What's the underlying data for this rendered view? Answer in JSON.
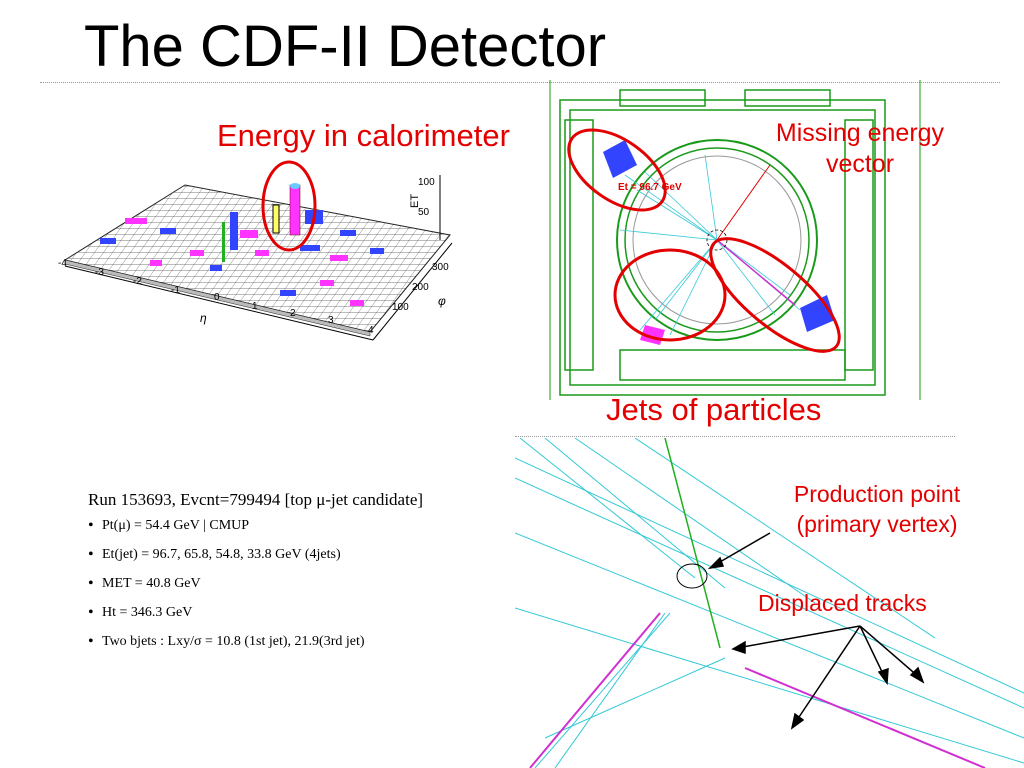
{
  "slide": {
    "title": "The CDF-II Detector"
  },
  "labels": {
    "calorimeter": "Energy in calorimeter",
    "missing_line1": "Missing energy",
    "missing_line2": "vector",
    "jets": "Jets of particles",
    "production_line1": "Production point",
    "production_line2": "(primary vertex)",
    "displaced": "Displaced tracks"
  },
  "lego_plot": {
    "eta_label": "η",
    "phi_label": "φ",
    "et_label": "ET",
    "eta_ticks": [
      "-4",
      "-3",
      "-2",
      "-1",
      "0",
      "1",
      "2",
      "3",
      "4"
    ],
    "phi_ticks": [
      "100",
      "200",
      "300"
    ],
    "et_ticks": [
      "50",
      "100"
    ]
  },
  "event_display": {
    "jet_energy_text": "Et = 96.7 GeV"
  },
  "event_info": {
    "run_line": "Run 153693, Evcnt=799494 [top μ-jet candidate]",
    "items": [
      "Pt(μ) = 54.4 GeV | CMUP",
      "Et(jet) = 96.7, 65.8, 54.8, 33.8 GeV (4jets)",
      "MET = 40.8 GeV",
      "Ht = 346.3 GeV",
      "Two bjets : Lxy/σ = 10.8 (1st jet), 21.9(3rd jet)"
    ]
  },
  "colors": {
    "title": "#000000",
    "annotation": "#e30000",
    "track": "#33c9d6",
    "muon": "#20b020",
    "tower": "#ff33ff",
    "em": "#3344ff"
  }
}
